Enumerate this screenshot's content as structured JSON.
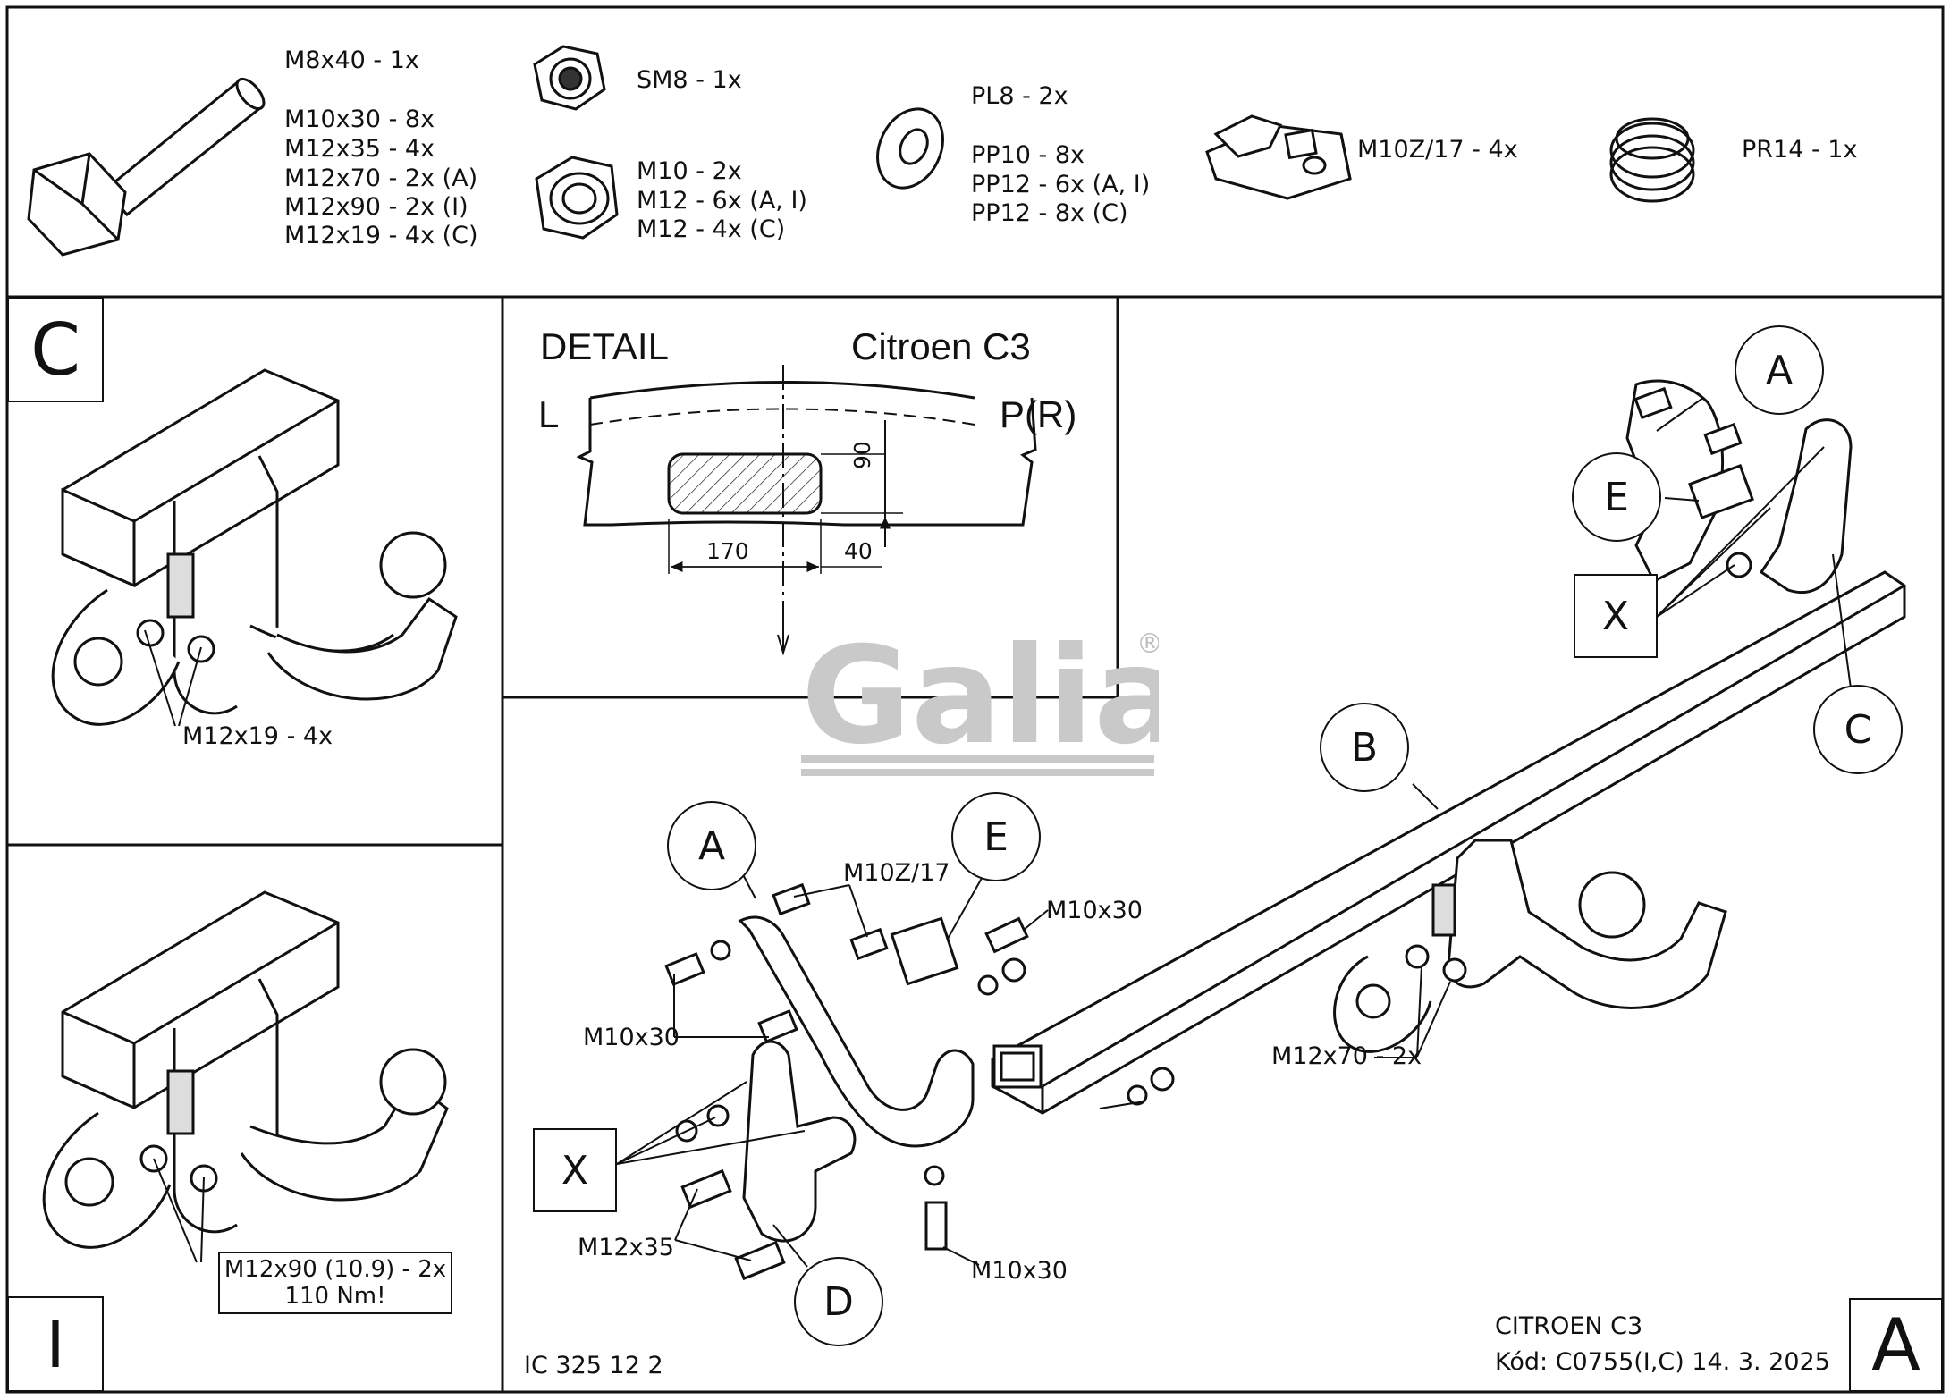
{
  "parts_list": {
    "bolts": [
      "M8x40 - 1x",
      "M10x30 - 8x",
      "M12x35 - 4x",
      "M12x70 - 2x (A)",
      "M12x90 - 2x (I)",
      "M12x19 - 4x (C)"
    ],
    "nut_sm": "SM8 - 1x",
    "nuts": [
      "M10 - 2x",
      "M12 - 6x (A, I)",
      "M12 - 4x (C)"
    ],
    "washers": [
      "PL8 - 2x",
      "PP10 - 8x",
      "PP12 - 6x (A, I)",
      "PP12 - 8x (C)"
    ],
    "cage_nut": "M10Z/17 - 4x",
    "spring": "PR14 - 1x"
  },
  "panel_c": {
    "tag": "C",
    "bolt_label": "M12x19 - 4x"
  },
  "panel_i": {
    "tag": "I",
    "bolt_label_line1": "M12x90 (10.9) - 2x",
    "bolt_label_line2": "110 Nm!"
  },
  "detail": {
    "title": "DETAIL",
    "vehicle": "Citroen C3",
    "left": "L",
    "right": "P(R)",
    "dim_height": "90",
    "dim_width": "170",
    "dim_offset": "40"
  },
  "watermark": {
    "brand": "Galia",
    "mark": "®"
  },
  "main": {
    "callouts": {
      "a_left": "A",
      "a_right": "A",
      "b": "B",
      "c": "C",
      "d": "D",
      "e_left": "E",
      "e_right": "E",
      "x_left": "X",
      "x_right": "X"
    },
    "labels": {
      "m10z17": "M10Z/17",
      "m10x30_top": "M10x30",
      "m10x30_left": "M10x30",
      "m10x30_bottom": "M10x30",
      "m12x35": "M12x35",
      "m12x70": "M12x70 - 2x"
    },
    "drawing_code": "IC 325 12 2",
    "vehicle": "CITROEN C3",
    "kod": "Kód: C0755(I,C)  14. 3. 2025",
    "corner_tag": "A"
  }
}
